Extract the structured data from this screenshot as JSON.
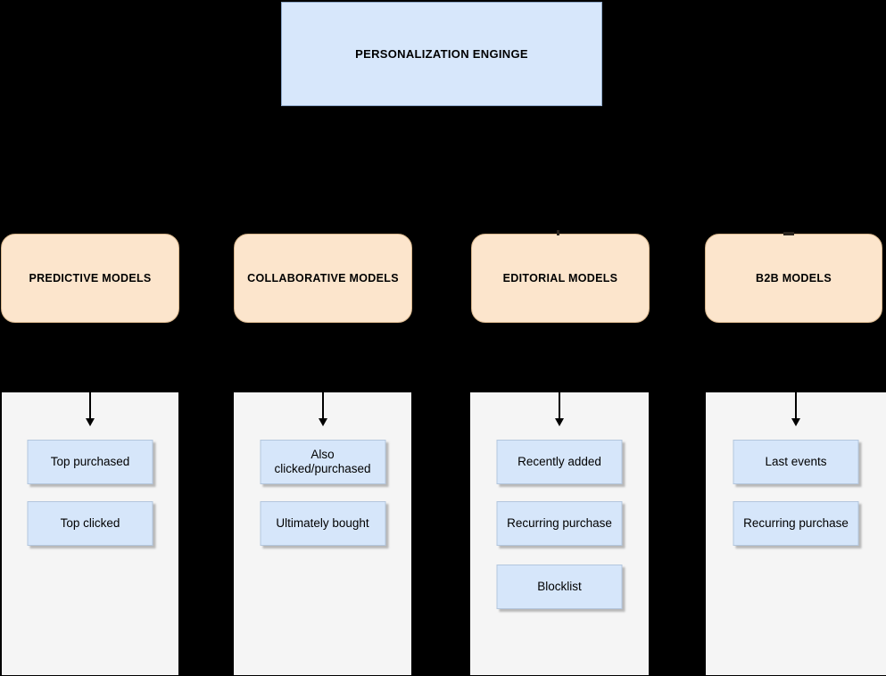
{
  "canvas": {
    "background": "#000000"
  },
  "root": {
    "label": "PERSONALIZATION ENGINGE",
    "fill": "#d7e7fb"
  },
  "columns": [
    {
      "label": "PREDICTIVE MODELS",
      "fill": "#fce5cc",
      "children": [
        "Top purchased",
        "Top clicked"
      ]
    },
    {
      "label": "COLLABORATIVE MODELS",
      "fill": "#fce5cc",
      "children": [
        "Also\nclicked/purchased",
        "Ultimately bought"
      ]
    },
    {
      "label": "EDITORIAL MODELS",
      "fill": "#fce5cc",
      "children": [
        "Recently added",
        "Recurring purchase",
        "Blocklist"
      ]
    },
    {
      "label": "B2B MODELS",
      "fill": "#fce5cc",
      "children": [
        "Last events",
        "Recurring purchase"
      ]
    }
  ],
  "colors": {
    "background": "#000000",
    "root_fill": "#d7e7fb",
    "category_fill": "#fce5cc",
    "panel_fill": "#f5f5f5",
    "child_fill": "#d6e6fa",
    "child_border": "#b3c6dd",
    "arrow": "#000000",
    "text": "#000000"
  }
}
